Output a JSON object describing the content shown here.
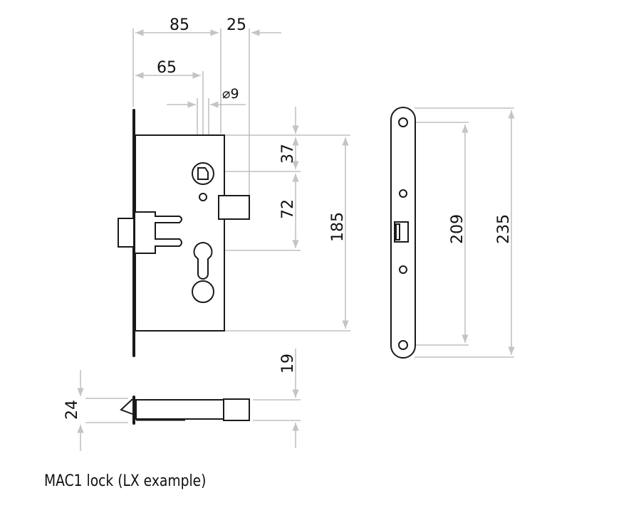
{
  "dimensions": {
    "backset_total": "85",
    "faceplate_offset": "25",
    "backset": "65",
    "follower_diameter": "⌀9",
    "top_to_follower": "37",
    "follower_to_cylinder": "72",
    "case_height": "185",
    "case_thickness": "19",
    "faceplate_width": "24",
    "faceplate_hole_spacing": "209",
    "faceplate_height": "235"
  },
  "caption": "MAC1 lock (LX example)",
  "colors": {
    "line": "#1a1a1a",
    "dimension": "#b4b4b4"
  }
}
